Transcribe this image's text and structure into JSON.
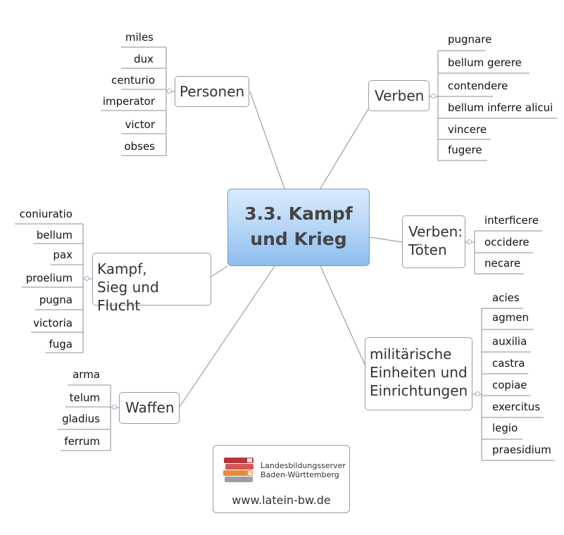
{
  "central": {
    "line1": "3.3. Kampf",
    "line2": "und Krieg"
  },
  "topics": {
    "personen": {
      "label": "Personen",
      "items": [
        "miles",
        "dux",
        "centurio",
        "imperator",
        "victor",
        "obses"
      ]
    },
    "verben": {
      "label": "Verben",
      "items": [
        "pugnare",
        "bellum gerere",
        "contendere",
        "bellum inferre alicui",
        "vincere",
        "fugere"
      ]
    },
    "verben_toeten": {
      "line1": "Verben:",
      "line2": "Töten",
      "items": [
        "interficere",
        "occidere",
        "necare"
      ]
    },
    "kampf": {
      "line1": "Kampf,",
      "line2": "Sieg und Flucht",
      "items": [
        "coniuratio",
        "bellum",
        "pax",
        "proelium",
        "pugna",
        "victoria",
        "fuga"
      ]
    },
    "waffen": {
      "label": "Waffen",
      "items": [
        "arma",
        "telum",
        "gladius",
        "ferrum"
      ]
    },
    "einheiten": {
      "line1": "militärische",
      "line2": "Einheiten und",
      "line3": "Einrichtungen",
      "items": [
        "acies",
        "agmen",
        "auxilia",
        "castra",
        "copiae",
        "exercitus",
        "legio",
        "praesidium"
      ]
    }
  },
  "logo": {
    "name_line1": "Landesbildungsserver",
    "name_line2": "Baden-Württemberg",
    "url": "www.latein-bw.de"
  },
  "colors": {
    "central_fill": "#b7d6f7",
    "central_border": "#6aa0d8",
    "line": "#8c8c8c",
    "book_red": "#b8363b",
    "book_orange": "#e9893c",
    "book_gray": "#9d9d9d"
  }
}
